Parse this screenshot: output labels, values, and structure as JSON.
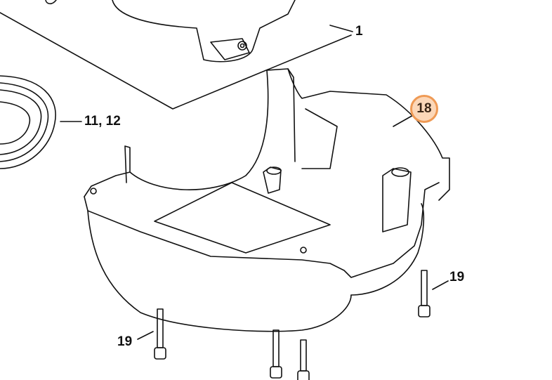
{
  "labels": {
    "part_1": "1",
    "part_11_12": "11, 12",
    "part_18": "18",
    "part_19_right": "19",
    "part_19_left": "19"
  },
  "colors": {
    "highlight_fill": "#fcd7b8",
    "highlight_stroke": "#ef9a55",
    "line": "#111111"
  }
}
